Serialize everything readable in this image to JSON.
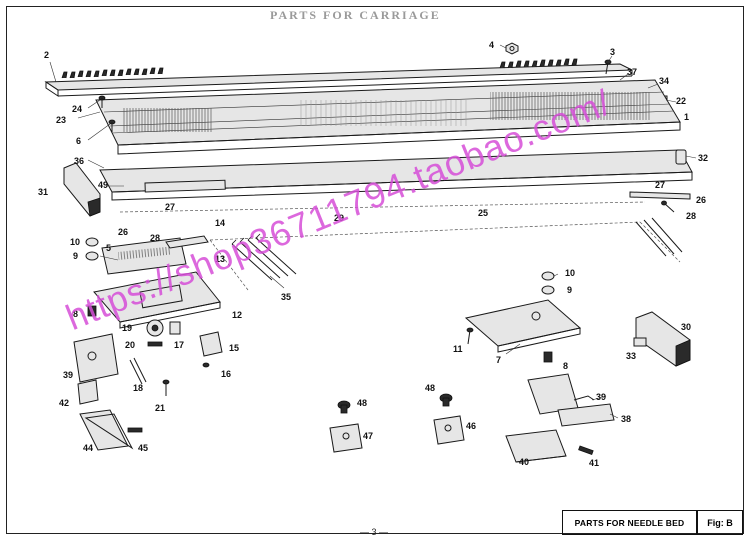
{
  "page": {
    "ghost_title": "PARTS FOR CARRIAGE",
    "page_number": "— 3 —",
    "title_block": "PARTS FOR NEEDLE BED",
    "figure_label": "Fig: B",
    "watermark": "https://shop36711794.taobao.com/"
  },
  "callouts": [
    {
      "id": "c2",
      "text": "2"
    },
    {
      "id": "c4",
      "text": "4"
    },
    {
      "id": "c3",
      "text": "3"
    },
    {
      "id": "c37",
      "text": "37"
    },
    {
      "id": "c34",
      "text": "34"
    },
    {
      "id": "c22",
      "text": "22"
    },
    {
      "id": "c1",
      "text": "1"
    },
    {
      "id": "c24",
      "text": "24"
    },
    {
      "id": "c23",
      "text": "23"
    },
    {
      "id": "c6",
      "text": "6"
    },
    {
      "id": "c36",
      "text": "36"
    },
    {
      "id": "c31",
      "text": "31"
    },
    {
      "id": "c49",
      "text": "49"
    },
    {
      "id": "c32",
      "text": "32"
    },
    {
      "id": "c27a",
      "text": "27"
    },
    {
      "id": "c27b",
      "text": "27"
    },
    {
      "id": "c26a",
      "text": "26"
    },
    {
      "id": "c26b",
      "text": "26"
    },
    {
      "id": "c29",
      "text": "29"
    },
    {
      "id": "c25",
      "text": "25"
    },
    {
      "id": "c28a",
      "text": "28"
    },
    {
      "id": "c28b",
      "text": "28"
    },
    {
      "id": "c14",
      "text": "14"
    },
    {
      "id": "c10a",
      "text": "10"
    },
    {
      "id": "c9a",
      "text": "9"
    },
    {
      "id": "c5",
      "text": "5"
    },
    {
      "id": "c13",
      "text": "13"
    },
    {
      "id": "c35",
      "text": "35"
    },
    {
      "id": "c10b",
      "text": "10"
    },
    {
      "id": "c9b",
      "text": "9"
    },
    {
      "id": "c8a",
      "text": "8"
    },
    {
      "id": "c12",
      "text": "12"
    },
    {
      "id": "c19",
      "text": "19"
    },
    {
      "id": "c17",
      "text": "17"
    },
    {
      "id": "c15",
      "text": "15"
    },
    {
      "id": "c20",
      "text": "20"
    },
    {
      "id": "c11",
      "text": "11"
    },
    {
      "id": "c7",
      "text": "7"
    },
    {
      "id": "c8b",
      "text": "8"
    },
    {
      "id": "c30",
      "text": "30"
    },
    {
      "id": "c33",
      "text": "33"
    },
    {
      "id": "c16",
      "text": "16"
    },
    {
      "id": "c39a",
      "text": "39"
    },
    {
      "id": "c18",
      "text": "18"
    },
    {
      "id": "c21",
      "text": "21"
    },
    {
      "id": "c42",
      "text": "42"
    },
    {
      "id": "c48a",
      "text": "48"
    },
    {
      "id": "c48b",
      "text": "48"
    },
    {
      "id": "c39b",
      "text": "39"
    },
    {
      "id": "c38",
      "text": "38"
    },
    {
      "id": "c47",
      "text": "47"
    },
    {
      "id": "c46",
      "text": "46"
    },
    {
      "id": "c44",
      "text": "44"
    },
    {
      "id": "c45",
      "text": "45"
    },
    {
      "id": "c40",
      "text": "40"
    },
    {
      "id": "c41",
      "text": "41"
    }
  ]
}
